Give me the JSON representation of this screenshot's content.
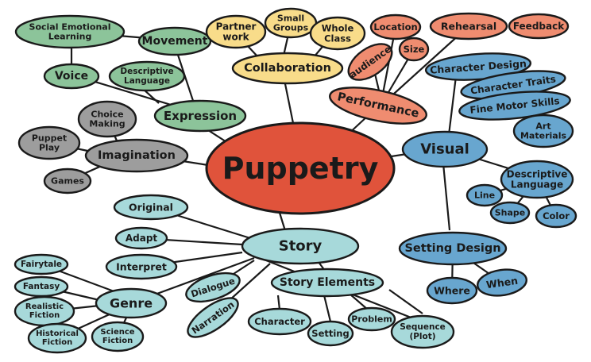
{
  "colors": {
    "center": "#e0533b",
    "green": "#8cc49a",
    "gray": "#9d9d9d",
    "yellow": "#f8dc8a",
    "orange": "#ef8c70",
    "blue": "#68a6cf",
    "teal": "#a7d9da",
    "outline": "#1a1a1a"
  },
  "diagram": {
    "center": "Puppetry",
    "expression": {
      "label": "Expression",
      "movement": "Movement",
      "sel": [
        "Social Emotional",
        "Learning"
      ],
      "voice": "Voice",
      "descriptive_language": [
        "Descriptive",
        "Language"
      ]
    },
    "imagination": {
      "label": "Imagination",
      "choice_making": [
        "Choice",
        "Making"
      ],
      "puppet_play": [
        "Puppet",
        "Play"
      ],
      "games": "Games"
    },
    "collaboration": {
      "label": "Collaboration",
      "partner_work": [
        "Partner",
        "work"
      ],
      "small_groups": [
        "Small",
        "Groups"
      ],
      "whole_class": [
        "Whole",
        "Class"
      ]
    },
    "performance": {
      "label": "Performance",
      "audience": "audience",
      "location": "Location",
      "size": "Size",
      "rehearsal": "Rehearsal",
      "feedback": "Feedback"
    },
    "visual": {
      "label": "Visual",
      "character_design": "Character Design",
      "character_traits": "Character Traits",
      "fine_motor_skills": "Fine Motor Skills",
      "art_materials": [
        "Art",
        "Materials"
      ],
      "descriptive_language": [
        "Descriptive",
        "Language"
      ],
      "line": "Line",
      "shape": "Shape",
      "color": "Color",
      "setting_design": "Setting Design",
      "where": "Where",
      "when": "When"
    },
    "story": {
      "label": "Story",
      "original": "Original",
      "adapt": "Adapt",
      "interpret": "Interpret",
      "dialogue": "Dialogue",
      "narration": "Narration",
      "story_elements": "Story Elements",
      "character": "Character",
      "setting": "Setting",
      "problem": "Problem",
      "sequence": [
        "Sequence",
        "(Plot)"
      ],
      "genre": "Genre",
      "fairytale": "Fairytale",
      "fantasy": "Fantasy",
      "realistic_fiction": [
        "Realistic",
        "Fiction"
      ],
      "historical_fiction": [
        "Historical",
        "Fiction"
      ],
      "science_fiction": [
        "Science",
        "Fiction"
      ]
    }
  }
}
